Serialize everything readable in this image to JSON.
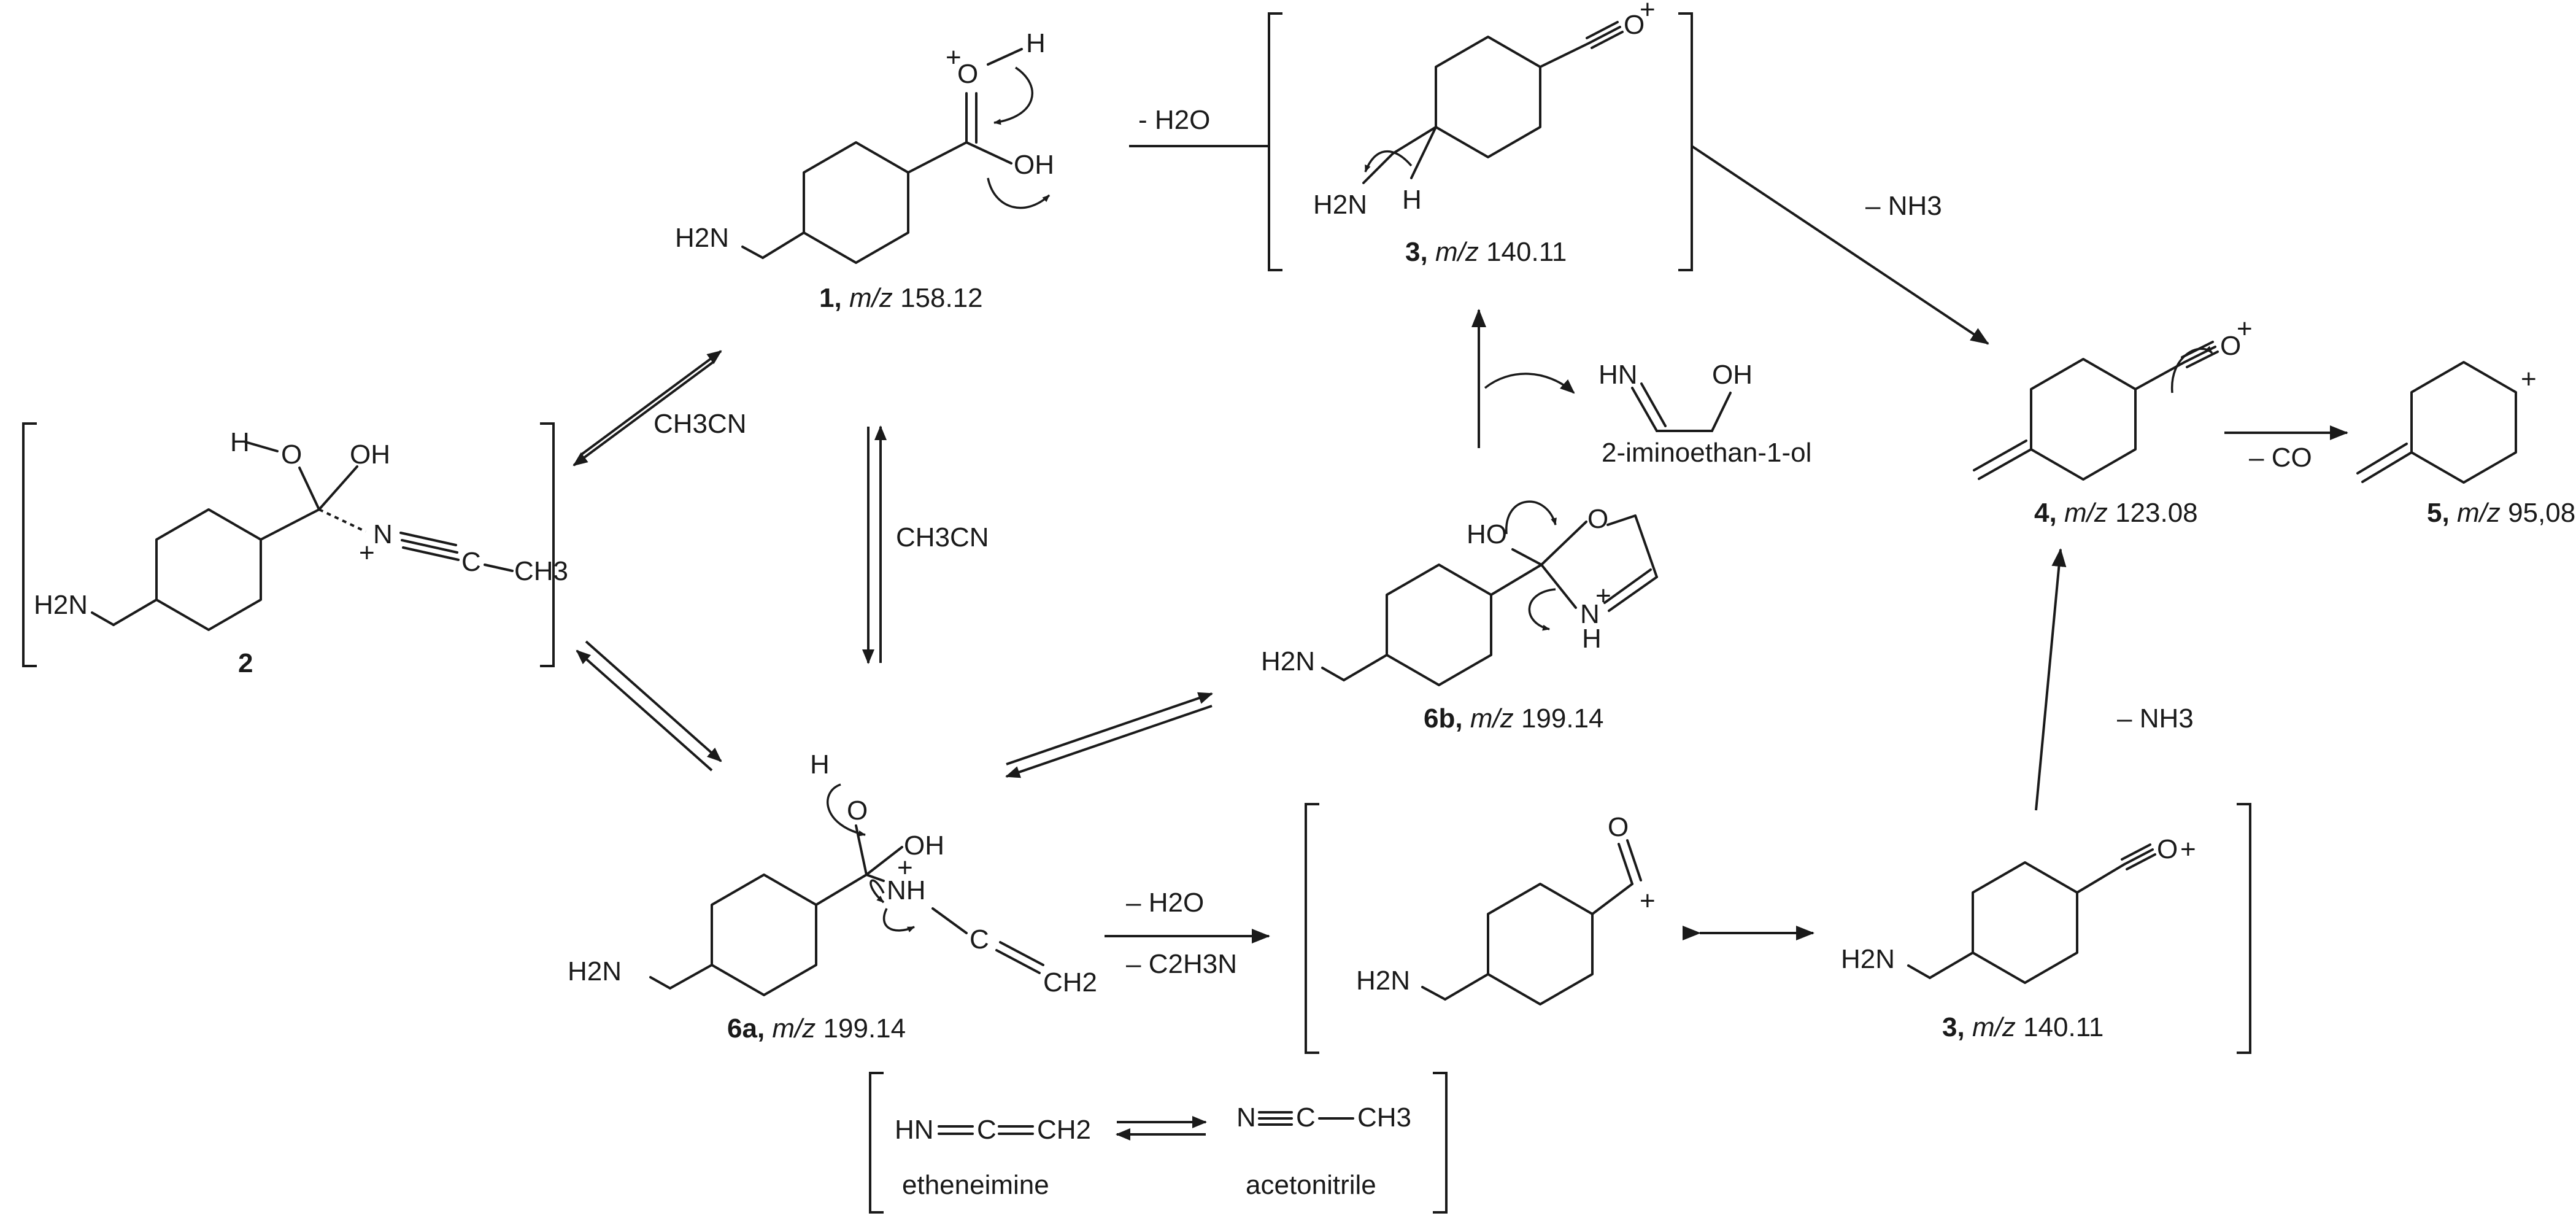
{
  "compounds": {
    "c1": {
      "label": "1",
      "mz_prefix": "m/z",
      "mz": "158.12",
      "amine": "H2N",
      "oh": "OH",
      "h": "H",
      "o": "O",
      "charge": "+"
    },
    "c2": {
      "label": "2",
      "amine": "H2N",
      "ho": "H",
      "o": "O",
      "oh": "OH",
      "n": "N",
      "c": "C",
      "ch3": "CH3",
      "charge": "+"
    },
    "c3_top": {
      "label": "3",
      "mz_prefix": "m/z",
      "mz": "140.11",
      "amine": "H2N",
      "h": "H",
      "o": "O",
      "charge": "+"
    },
    "c3_bottom": {
      "label": "3",
      "mz_prefix": "m/z",
      "mz": "140.11",
      "amine": "H2N",
      "o": "O",
      "charge": "+"
    },
    "c4": {
      "label": "4",
      "mz_prefix": "m/z",
      "mz": "123.08",
      "o": "O",
      "charge": "+"
    },
    "c5": {
      "label": "5",
      "mz_prefix": "m/z",
      "mz": "95,08",
      "charge": "+"
    },
    "c6a": {
      "label": "6a",
      "mz_prefix": "m/z",
      "mz": "199.14",
      "amine": "H2N",
      "h": "H",
      "o": "O",
      "oh": "OH",
      "nh": "NH",
      "c": "C",
      "ch2": "CH2",
      "charge": "+"
    },
    "c6b": {
      "label": "6b",
      "mz_prefix": "m/z",
      "mz": "199.14",
      "amine": "H2N",
      "ho": "HO",
      "o": "O",
      "n": "N",
      "h": "H",
      "charge": "+"
    },
    "acylium_mid": {
      "amine": "H2N",
      "o": "O",
      "charge": "+"
    }
  },
  "byproducts": {
    "iminoethanol": {
      "hn": "HN",
      "oh": "OH",
      "name": "2-iminoethan-1-ol"
    },
    "etheneimine": {
      "hn": "HN",
      "c": "C",
      "ch2": "CH2",
      "name": "etheneimine"
    },
    "acetonitrile": {
      "n": "N",
      "c": "C",
      "ch3": "CH3",
      "name": "acetonitrile"
    }
  },
  "conditions": {
    "loss_h2o_top": "- H2O",
    "loss_nh3_top": "– NH3",
    "loss_co": "– CO",
    "loss_nh3_right": "– NH3",
    "ch3cn_1": "CH3CN",
    "ch3cn_2": "CH3CN",
    "loss_h2o_bottom": "– H2O",
    "loss_c2h3n": "– C2H3N"
  }
}
